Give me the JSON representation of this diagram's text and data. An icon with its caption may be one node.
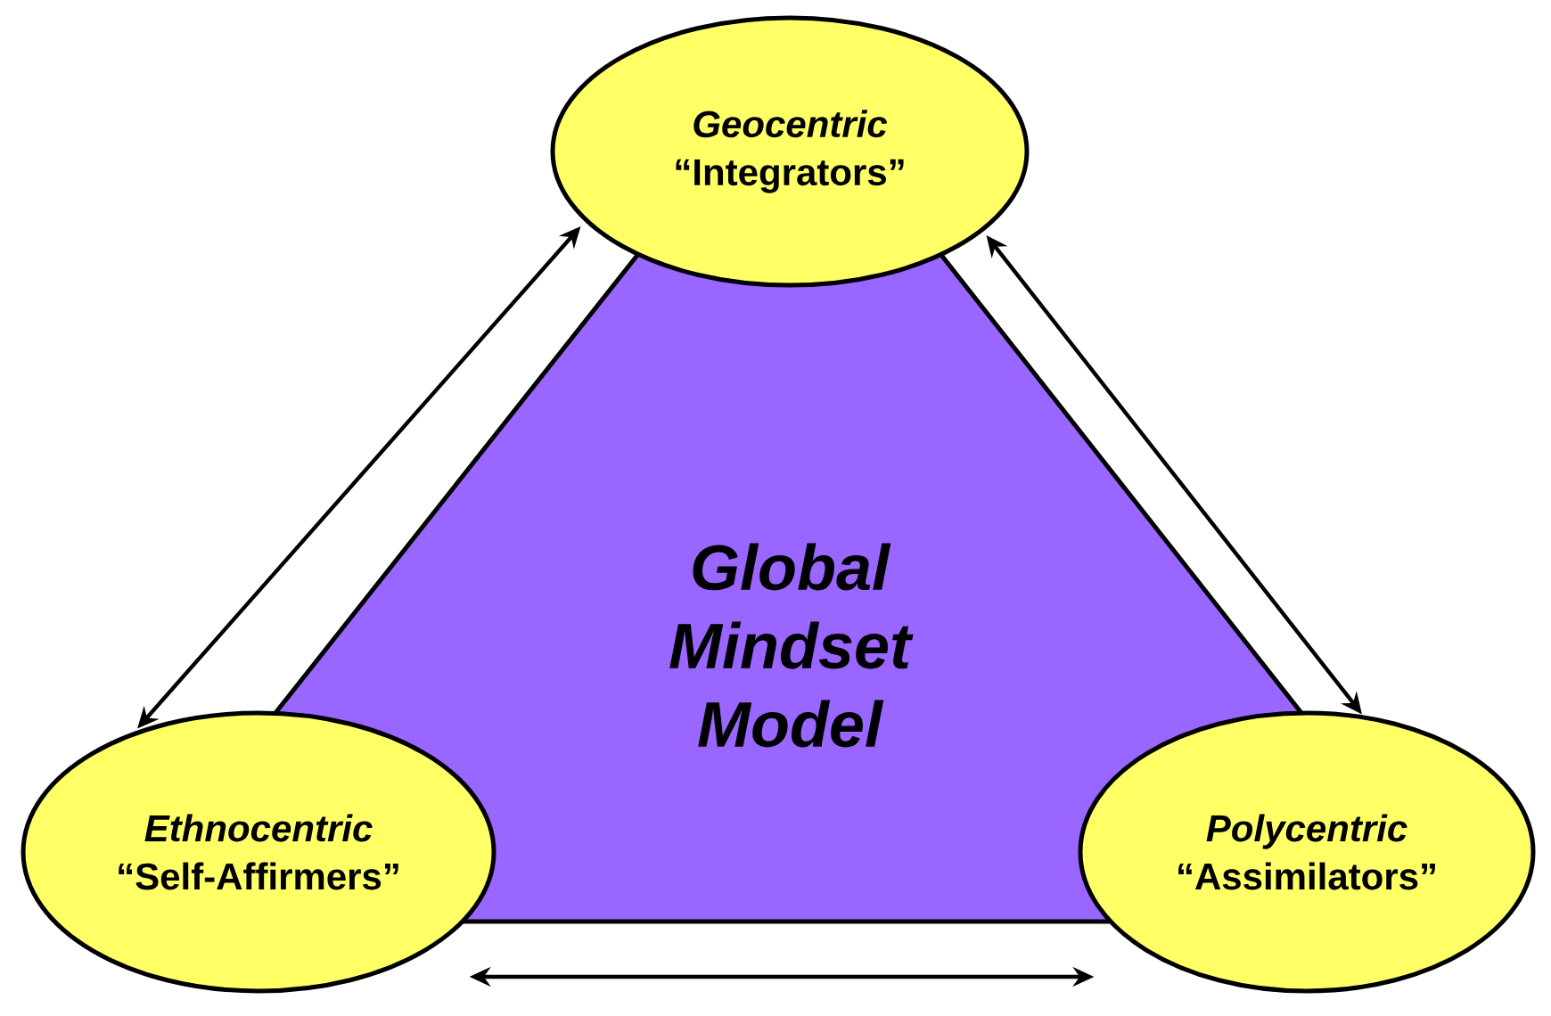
{
  "diagram": {
    "nodes": [
      {
        "text": [
          "Global Mindset Model"
        ]
      },
      {
        "text": [
          "Geocentric",
          "“Integrators”"
        ]
      },
      {
        "text": [
          "Ethnocentric",
          "“Self-Affirmers”"
        ]
      },
      {
        "text": [
          "Polycentric",
          "“Assimilators”"
        ]
      }
    ],
    "edges": [
      {
        "from": 2,
        "to": 1,
        "arrow": "both"
      },
      {
        "from": 1,
        "to": 3,
        "arrow": "both"
      },
      {
        "from": 2,
        "to": 3,
        "arrow": "both"
      }
    ]
  }
}
